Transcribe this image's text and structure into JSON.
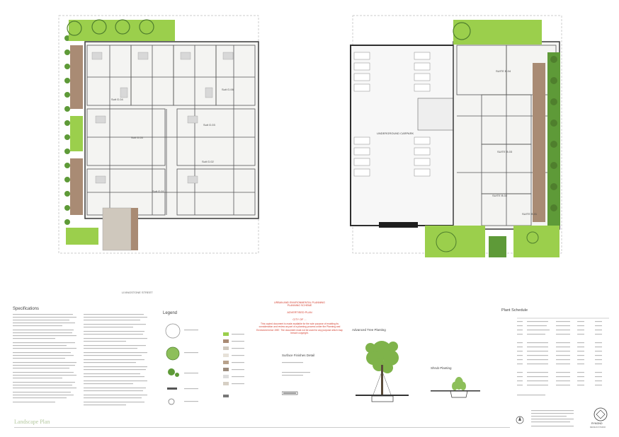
{
  "sheet": {
    "title": "Landscape Plan",
    "street_label": "LIVINGSTONE STREET",
    "firm": "RYMOND",
    "firm_sub": "DESIGN STUDIO"
  },
  "plans": {
    "ground_units": [
      "Suit G.04",
      "Suit G.05",
      "Suit G.06",
      "Suit G.03",
      "Suit G.02",
      "Suit G.01"
    ],
    "basement_label": "UNDERGROUND CARPARK",
    "upper_units": [
      "SUITE B.04",
      "SUITE B.03",
      "SUITE B.02",
      "SUITE B.01"
    ]
  },
  "specifications": {
    "title": "Specifications"
  },
  "legend": {
    "title": "Legend"
  },
  "stamp": {
    "line1": "URBAN AND ENVIRONMENTAL PLANNING",
    "line2": "PLANNING SCHEME",
    "line3": "ADVERTISED PLAN",
    "line4": "CITY OF ...",
    "body": "This copied document is made available for the sole purpose of enabling its consideration and review as part of a planning process under the Planning and Environment Act 1987. The document must not be used for any purpose which may breach copyright."
  },
  "surface_finishes": {
    "title": "Surface Finishes Detail"
  },
  "advanced_tree": {
    "title": "Advanced Tree Planting"
  },
  "shrub_planting": {
    "title": "Shrub Planting"
  },
  "plant_schedule": {
    "title": "Plant Schedule"
  },
  "colors": {
    "lawn": "#9bcf4c",
    "hedge": "#5e9a38",
    "deck": "#a98b74",
    "paving": "#cfc8bd",
    "wall": "#3a3a3a",
    "stamp_red": "#d23a2a"
  }
}
